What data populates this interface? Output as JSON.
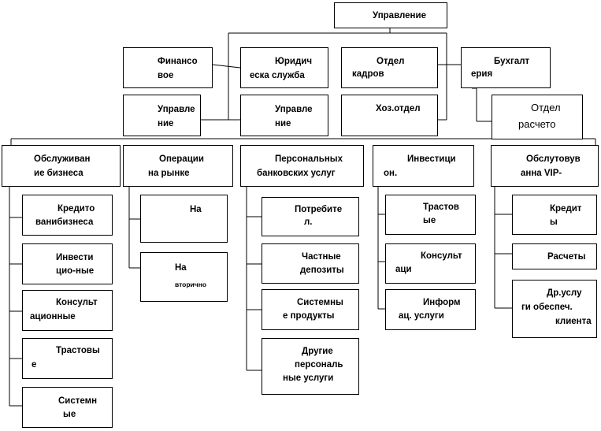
{
  "boxes": {
    "upravlenie_top": {
      "l1": "Управление"
    },
    "finansovoe": {
      "l1": "Финансо",
      "l2": "вое"
    },
    "yurid": {
      "l1": "Юридич",
      "l2": "еска служба"
    },
    "kadry": {
      "l1": "Отдел",
      "l2": "кадров"
    },
    "buh": {
      "l1": "Бухгалт",
      "l2": "ерия"
    },
    "upr_left": {
      "l1": "Управле",
      "l2": "ние"
    },
    "upr_mid": {
      "l1": "Управле",
      "l2": "ние"
    },
    "hoz": {
      "l1": "Хоз.отдел"
    },
    "raschet": {
      "l1": "Отдел",
      "l2": "расчето"
    },
    "obsl_biz": {
      "l1": "Обслуживан",
      "l2": "ие бизнеса"
    },
    "operacii": {
      "l1": "Операции",
      "l2": "на рынке"
    },
    "person": {
      "l1": "Персональных",
      "l2": "банковских услуг"
    },
    "invest": {
      "l1": "Инвестици",
      "l2": "он."
    },
    "vip": {
      "l1": "Обслутовув",
      "l2": "анна VIP-"
    },
    "kred_biz": {
      "l1": "Кредито",
      "l2": "ванибизнеса"
    },
    "invest_c": {
      "l1": "Инвести",
      "l2": "цио-ные"
    },
    "konsult_c": {
      "l1": "Консульт",
      "l2": "ационные"
    },
    "trast_c": {
      "l1": "Трастовы",
      "l2": "е"
    },
    "sistem_c": {
      "l1": "Системн",
      "l2": "ые"
    },
    "na1": {
      "l1": "На"
    },
    "na2": {
      "l1": "На",
      "l2": "вторично"
    },
    "potreb": {
      "l1": "Потребите",
      "l2": "л."
    },
    "chast": {
      "l1": "Частные",
      "l2": "депозиты"
    },
    "sistem_p": {
      "l1": "Системны",
      "l2": "е продукты"
    },
    "drugie": {
      "l1": "Другие",
      "l2": "персональ",
      "l3": "ные услуги"
    },
    "trast_i": {
      "l1": "Трастов",
      "l2": "ые"
    },
    "konsult_i": {
      "l1": "Консульт",
      "l2": "аци"
    },
    "inform": {
      "l1": "Информ",
      "l2": "ац. услуги"
    },
    "kredit_v": {
      "l1": "Кредит",
      "l2": "ы"
    },
    "raschety": {
      "l1": "Расчеты"
    },
    "dr_usl": {
      "l1": "Др.услу",
      "l2": "ги обеспеч.",
      "l3": "клиента"
    }
  }
}
